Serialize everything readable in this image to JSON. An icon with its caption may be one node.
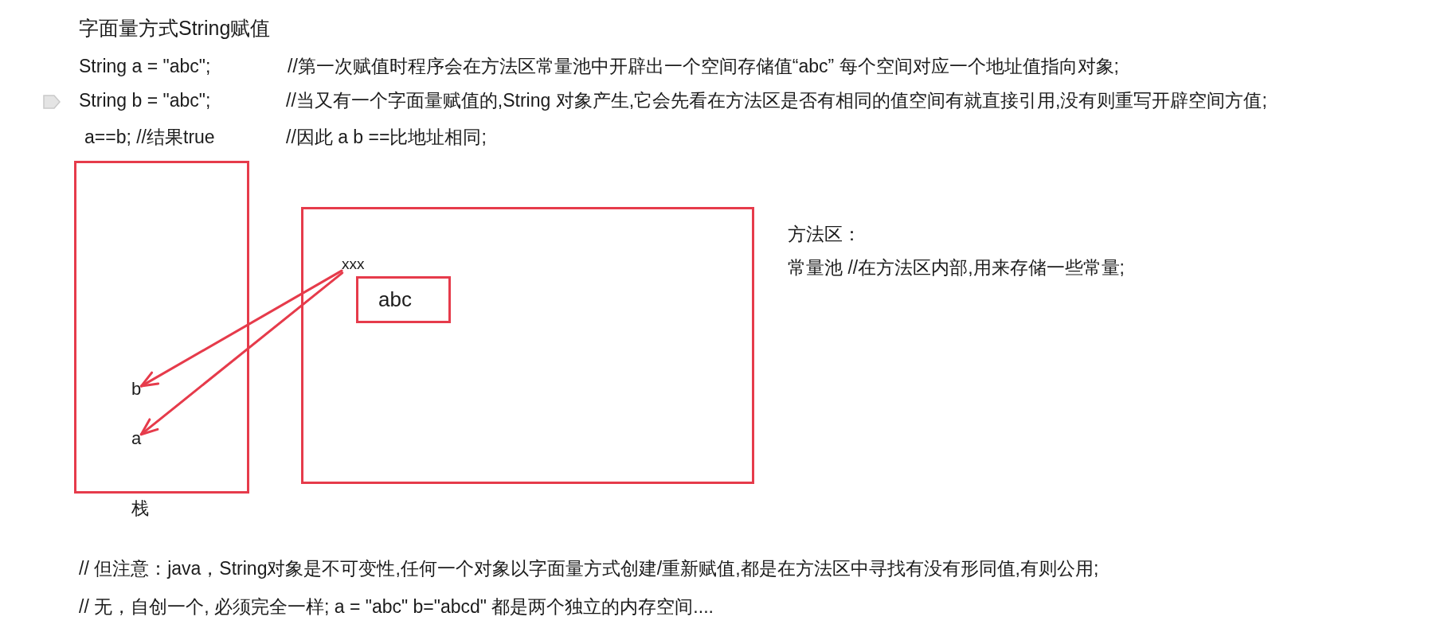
{
  "diagram": {
    "title": "字面量方式String赋值",
    "nodes": [
      {
        "text": [
          "栈"
        ]
      },
      {
        "text": [
          "b"
        ],
        "in": 0
      },
      {
        "text": [
          "a"
        ],
        "in": 0
      },
      {
        "text": [],
        "shape": "box"
      },
      {
        "text": [
          "xxx"
        ],
        "in": 3
      },
      {
        "text": [
          "abc"
        ],
        "in": 3
      }
    ],
    "edges": [
      {
        "from": 4,
        "to": 1,
        "arrow": "to"
      },
      {
        "from": 4,
        "to": 2,
        "arrow": "to"
      }
    ],
    "labels": [
      "String a = \"abc\";",
      "//第一次赋值时程序会在方法区常量池中开辟出一个空间存储值“abc” 每个空间对应一个地址值指向对象;",
      "String b = \"abc\";",
      "//当又有一个字面量赋值的,String 对象产生,它会先看在方法区是否有相同的值空间有就直接引用,没有则重写开辟空间方值;",
      "a==b; //结果true",
      "//因此 a b ==比地址相同;",
      "方法区：",
      "常量池 //在方法区内部,用来存储一些常量;",
      "// 但注意：java，String对象是不可变性,任何一个对象以字面量方式创建/重新赋值,都是在方法区中寻找有没有形同值,有则公用;",
      "// 无，自创一个, 必须完全一样; a = \"abc\" b=\"abcd\" 都是两个独立的内存空间...."
    ]
  }
}
